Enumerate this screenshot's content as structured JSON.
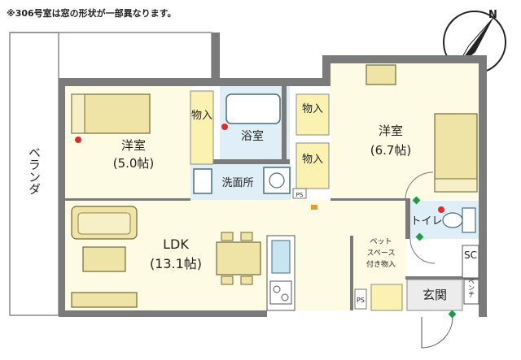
{
  "note": "※306号室は窓の形状が一部異なります。",
  "rooms": {
    "western_left": {
      "name": "洋室",
      "size": "(5.0帖)"
    },
    "western_right": {
      "name": "洋室",
      "size": "(6.7帖)"
    },
    "ldk": {
      "name": "LDK",
      "size": "(13.1帖)"
    },
    "bath": "浴室",
    "washroom": "洗面所",
    "toilet": "トイレ",
    "entrance": "玄関",
    "balcony": "ベランダ"
  },
  "storage": {
    "left": "物入",
    "right_top": "物入",
    "right_mid": "物入",
    "pet_lines": [
      "ペット",
      "スペース",
      "付き物入"
    ]
  },
  "labels": {
    "ps_wash": "PS",
    "ps_entrance": "PS",
    "sc": "SC",
    "bench": "ベンチ"
  },
  "colors": {
    "wall": "#7b7b7b",
    "floor_living": "#fdfbe4",
    "floor_wet": "#dfeef7",
    "storage": "#fbf2b2",
    "entrance_floor": "#ececec",
    "furniture": "#efe3a6",
    "furniture_stroke": "#6f6a3c",
    "wet_fixture": "#c6e4f2",
    "marker_red": "#e02a2a",
    "marker_green": "#1e9a48",
    "compass": "#222222"
  }
}
